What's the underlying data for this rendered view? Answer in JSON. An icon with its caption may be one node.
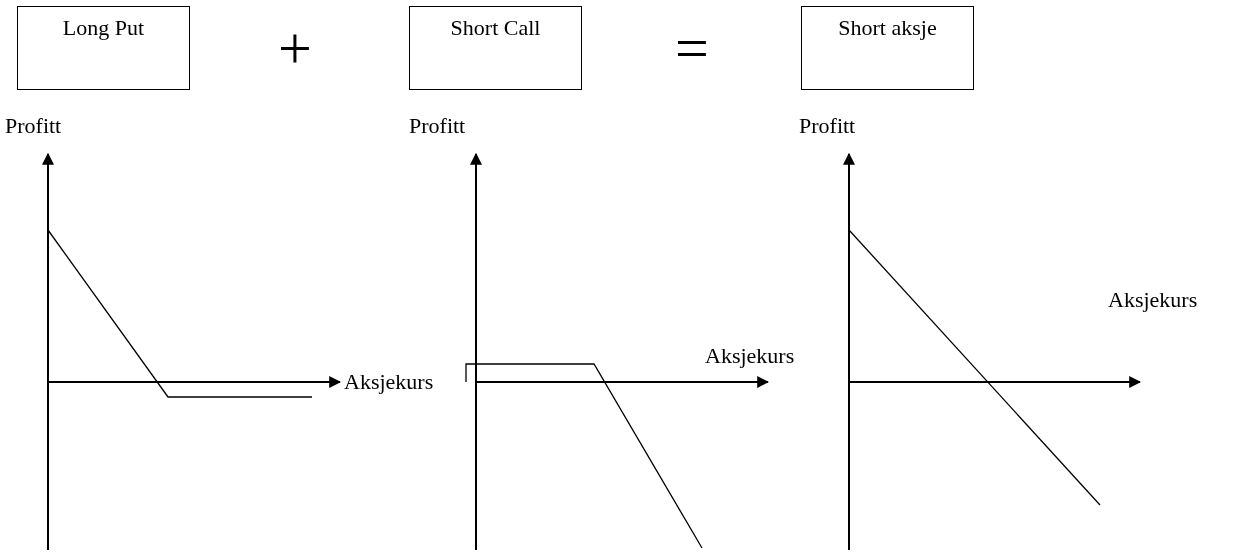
{
  "diagram": {
    "nodes": [
      {
        "text": [
          "Long Put"
        ]
      },
      {
        "text": [
          "Short Call"
        ]
      },
      {
        "text": [
          "Short aksje"
        ]
      }
    ],
    "labels": [
      "+",
      "=",
      "Profitt",
      "Profitt",
      "Profitt",
      "Aksjekurs",
      "Aksjekurs",
      "Aksjekurs"
    ]
  }
}
